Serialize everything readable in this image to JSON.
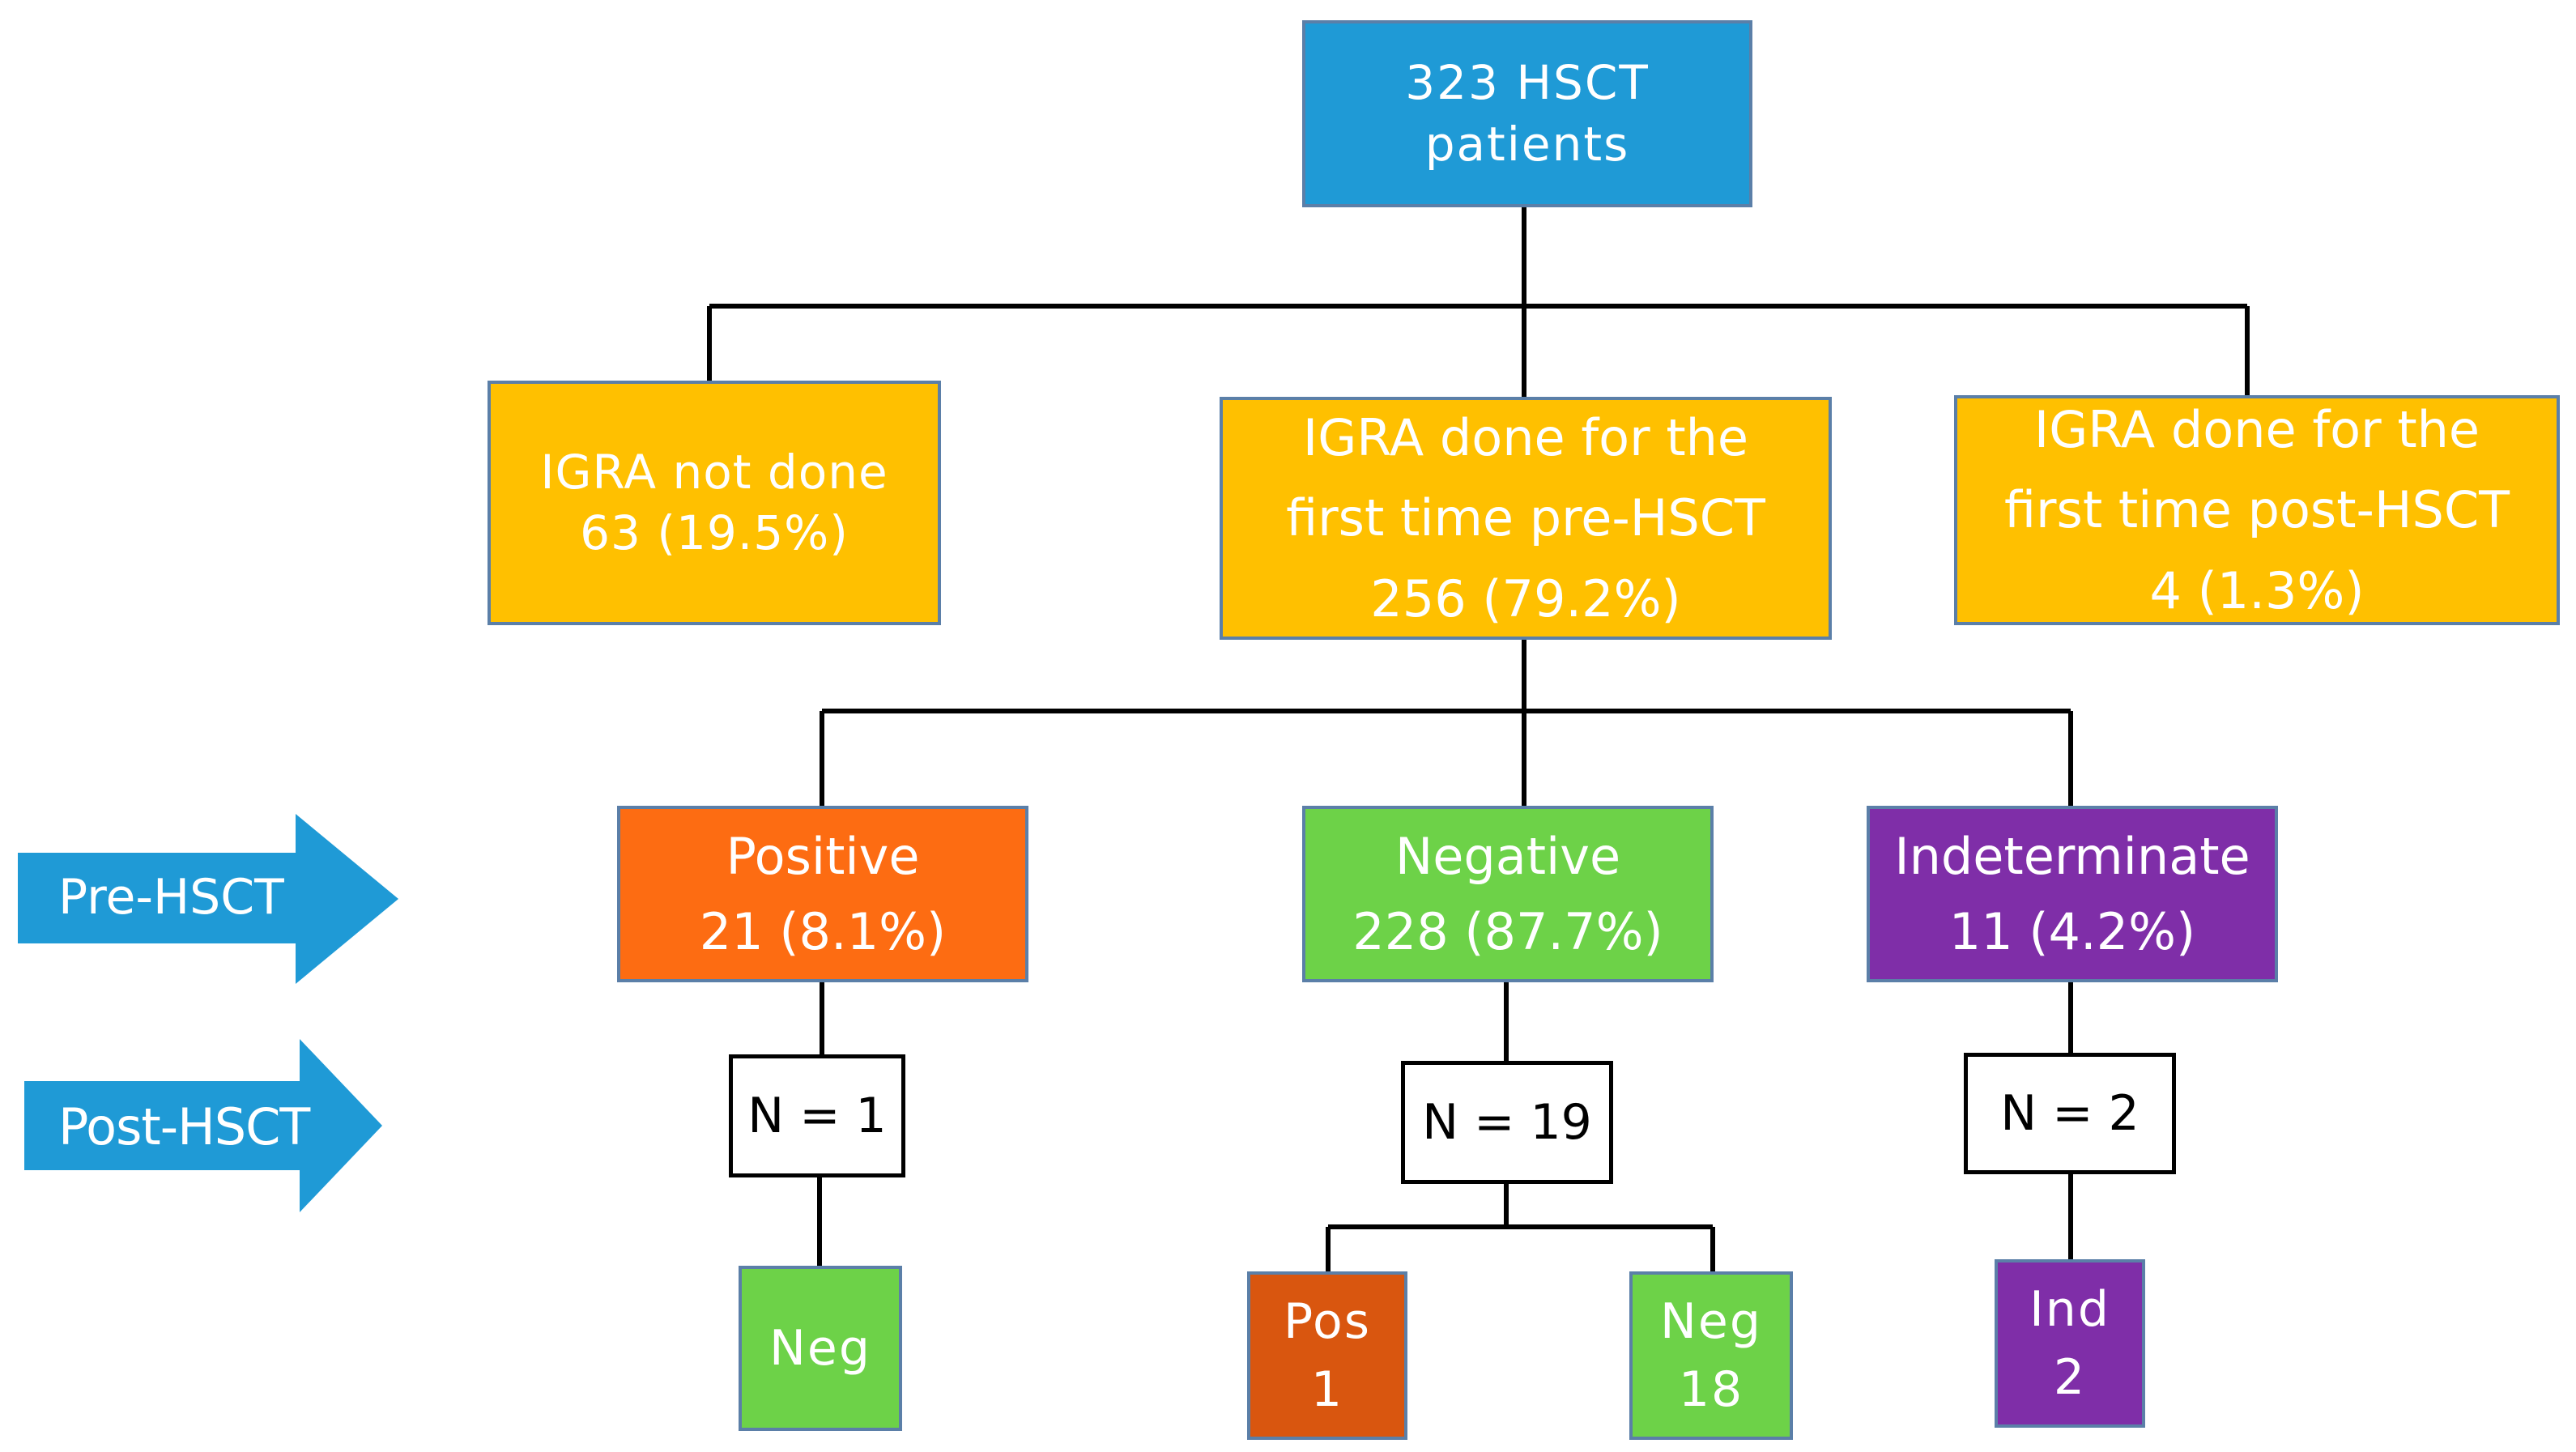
{
  "colors": {
    "root": "#1f9ad6",
    "level1": "#ffc000",
    "positive": "#fd6c12",
    "negative": "#6dd248",
    "indeterminate": "#7f2ea8",
    "post_positive": "#d9560f",
    "arrow": "#1f9ad6",
    "line": "#000000"
  },
  "root": {
    "line1": "323 HSCT",
    "line2": "patients"
  },
  "level1": {
    "not_done": {
      "line1": "IGRA not done",
      "line2": "63 (19.5%)"
    },
    "pre": {
      "line1": "IGRA done for the",
      "line2": "first time pre-HSCT",
      "line3": "256 (79.2%)"
    },
    "post": {
      "line1": "IGRA done for the",
      "line2": "first time post-HSCT",
      "line3": "4 (1.3%)"
    }
  },
  "results": {
    "positive": {
      "line1": "Positive",
      "line2": "21 (8.1%)"
    },
    "negative": {
      "line1": "Negative",
      "line2": "228 (87.7%)"
    },
    "indeterminate": {
      "line1": "Indeterminate",
      "line2": "11 (4.2%)"
    }
  },
  "followup": {
    "positive_n": "N = 1",
    "negative_n": "N = 19",
    "indeterminate_n": "N = 2"
  },
  "outcomes": {
    "positive_neg": {
      "line1": "Neg"
    },
    "negative_pos": {
      "line1": "Pos",
      "line2": "1"
    },
    "negative_neg": {
      "line1": "Neg",
      "line2": "18"
    },
    "indeterminate_ind": {
      "line1": "Ind",
      "line2": "2"
    }
  },
  "arrows": {
    "pre": "Pre-HSCT",
    "post": "Post-HSCT"
  }
}
